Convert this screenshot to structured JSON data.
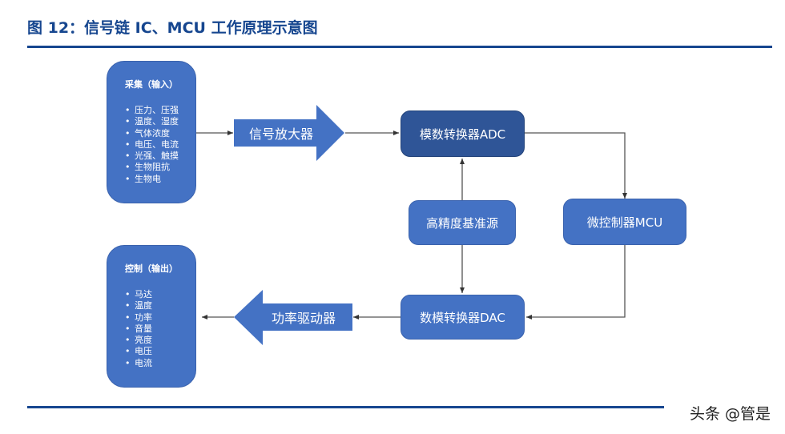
{
  "title": "图 12：信号链 IC、MCU 工作原理示意图",
  "input_panel": {
    "title": "采集（输入）",
    "items": [
      "压力、压强",
      "温度、湿度",
      "气体浓度",
      "电压、电流",
      "光强、触摸",
      "生物阻抗",
      "生物电"
    ]
  },
  "output_panel": {
    "title": "控制（输出）",
    "items": [
      "马达",
      "温度",
      "功率",
      "音量",
      "亮度",
      "电压",
      "电流"
    ]
  },
  "nodes": {
    "amplifier": "信号放大器",
    "adc": "模数转换器ADC",
    "reference": "高精度基准源",
    "mcu": "微控制器MCU",
    "dac": "数模转换器DAC",
    "driver": "功率驱动器"
  },
  "watermark": "头条 @管是",
  "colors": {
    "primary": "#4472c4",
    "adc": "#2f5597",
    "title": "#16468f"
  }
}
